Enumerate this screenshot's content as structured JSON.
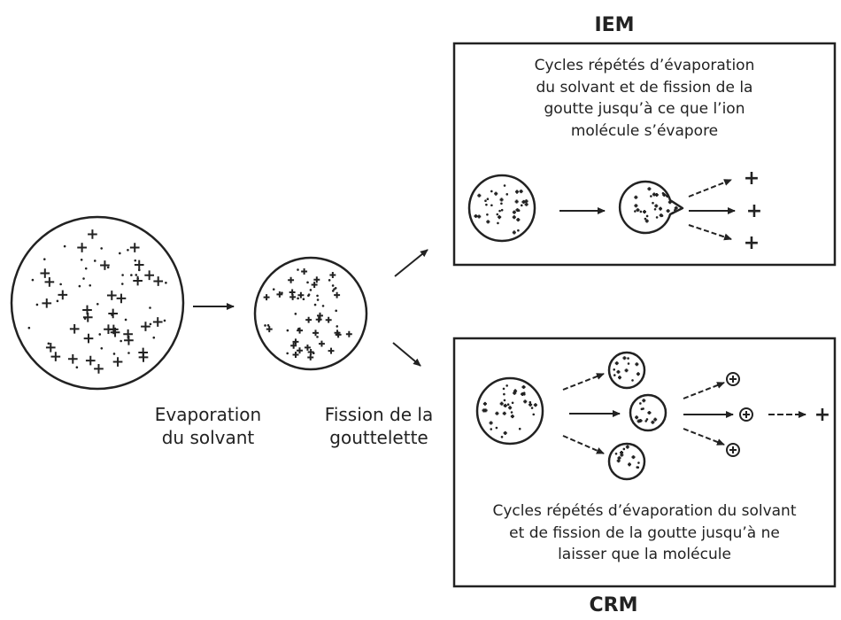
{
  "labels": {
    "iem_title": "IEM",
    "crm_title": "CRM",
    "evaporation": "Evaporation\ndu solvant",
    "fission": "Fission de la\ngouttelette",
    "iem_text": "Cycles répétés d’évaporation\ndu solvant et de fission de la\ngoutte jusqu’à ce que l’ion\nmolécule s’évapore",
    "crm_text": "Cycles répétés d’évaporation du solvant\net de fission de la goutte jusqu’à ne\nlaisser que la molécule",
    "plus": "+"
  }
}
